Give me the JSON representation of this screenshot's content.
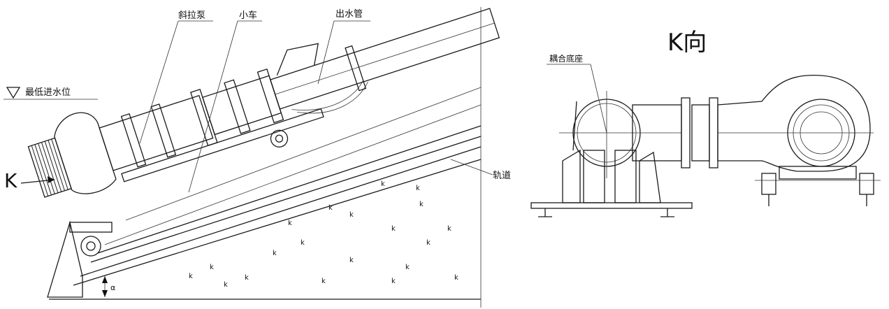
{
  "left_view": {
    "labels": {
      "pump": "斜拉泵",
      "cart": "小车",
      "outlet_pipe": "出水管",
      "min_water_level": "最低进水位",
      "track": "轨道",
      "view_marker": "K",
      "angle": "α"
    }
  },
  "right_view": {
    "title": "K向",
    "labels": {
      "coupling_base": "耦合底座"
    }
  }
}
